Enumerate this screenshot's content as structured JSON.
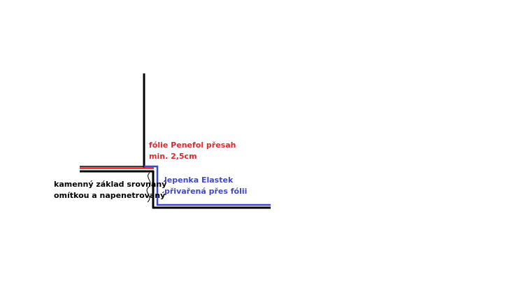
{
  "colors": {
    "background": "#ffffff",
    "structure": "#000000",
    "foil": "#e8242c",
    "lepenka": "#3f48cc"
  },
  "labels": {
    "foil": {
      "line1": "fólie Penefol přesah",
      "line2": "min. 2,5cm"
    },
    "lepenka": {
      "line1": "lepenka Elastek",
      "line2": "přivařená přes fólii"
    },
    "base": {
      "line1": "kamenný základ srovnaný",
      "line2": "omítkou a napenetrovaný"
    }
  }
}
